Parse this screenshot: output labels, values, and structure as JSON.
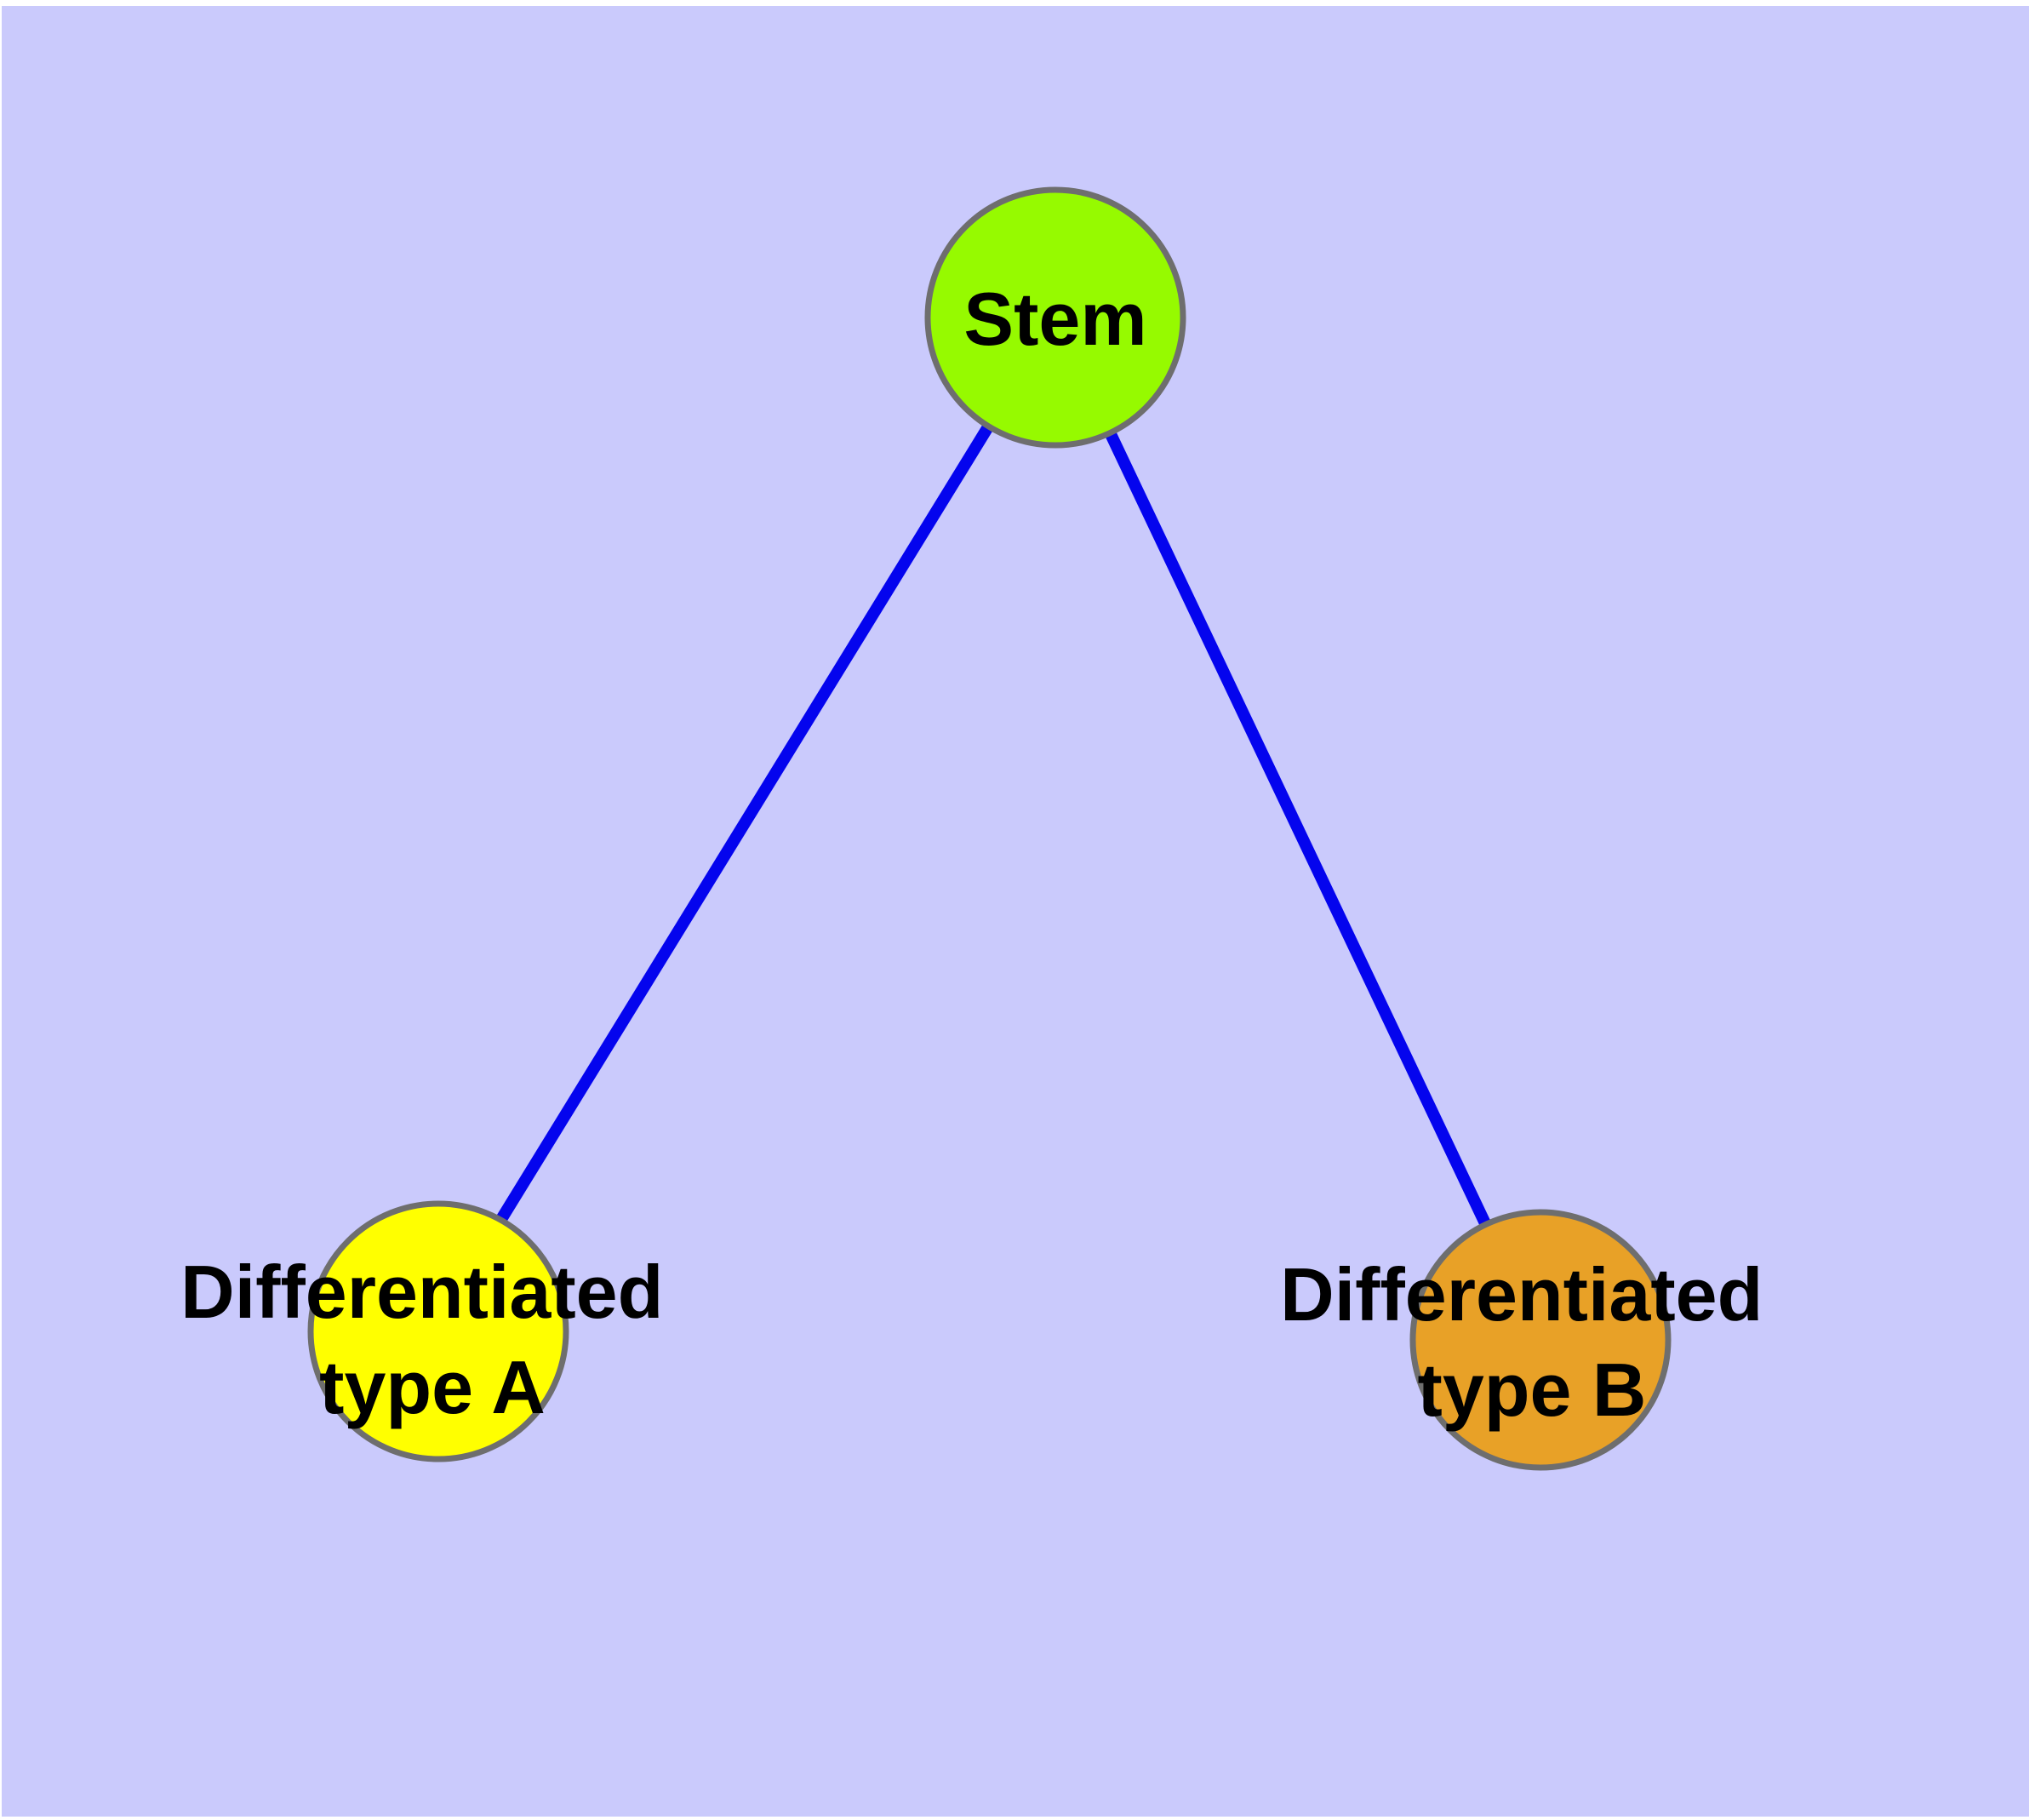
{
  "figure": {
    "margin_color": "#ffffff",
    "background_color": "#CACAFC"
  },
  "graph": {
    "edge_color": "#0404EE",
    "node_border_color": "#6E6E6E",
    "label_color": "#000000",
    "nodes": [
      {
        "id": "stem",
        "label": "Stem",
        "fill": "#96FA00"
      },
      {
        "id": "differentiated-type-a",
        "label": "Differentiated type A",
        "label_line1": "Differentiated",
        "label_line2": "type A",
        "fill": "#FFFF00"
      },
      {
        "id": "differentiated-type-b",
        "label": "Differentiated type B",
        "label_line1": "Differentiated",
        "label_line2": "type B",
        "fill": "#E8A127"
      }
    ],
    "edges": [
      {
        "from": "stem",
        "to": "differentiated-type-a"
      },
      {
        "from": "stem",
        "to": "differentiated-type-b"
      }
    ]
  }
}
